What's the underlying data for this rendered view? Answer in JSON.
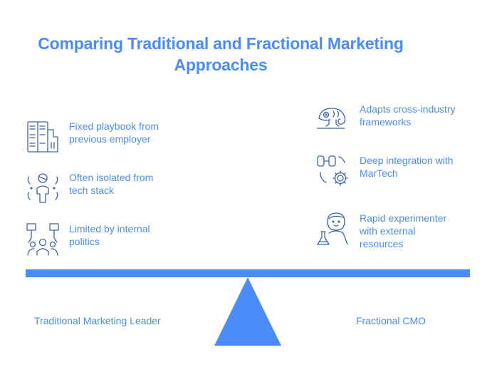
{
  "title": {
    "line1": "Comparing Traditional and Fractional Marketing",
    "line2": "Approaches"
  },
  "left": {
    "label": "Traditional Marketing Leader",
    "items": [
      {
        "icon": "playbook-shelves-icon",
        "line1": "Fixed playbook from",
        "line2": "previous employer"
      },
      {
        "icon": "isolated-person-icon",
        "line1": "Often isolated from",
        "line2": "tech stack"
      },
      {
        "icon": "politics-crowd-icon",
        "line1": "Limited by internal",
        "line2": "politics"
      }
    ]
  },
  "right": {
    "label": "Fractional CMO",
    "items": [
      {
        "icon": "chameleon-icon",
        "line1": "Adapts cross-industry",
        "line2": "frameworks"
      },
      {
        "icon": "integration-gear-icon",
        "line1": "Deep integration with",
        "line2": "MarTech"
      },
      {
        "icon": "scientist-flask-icon",
        "line1": "Rapid experimenter",
        "line2": "with external",
        "line3": "resources"
      }
    ]
  },
  "colors": {
    "accent": "#4a8df8",
    "icon_stroke": "#3b63a8"
  }
}
